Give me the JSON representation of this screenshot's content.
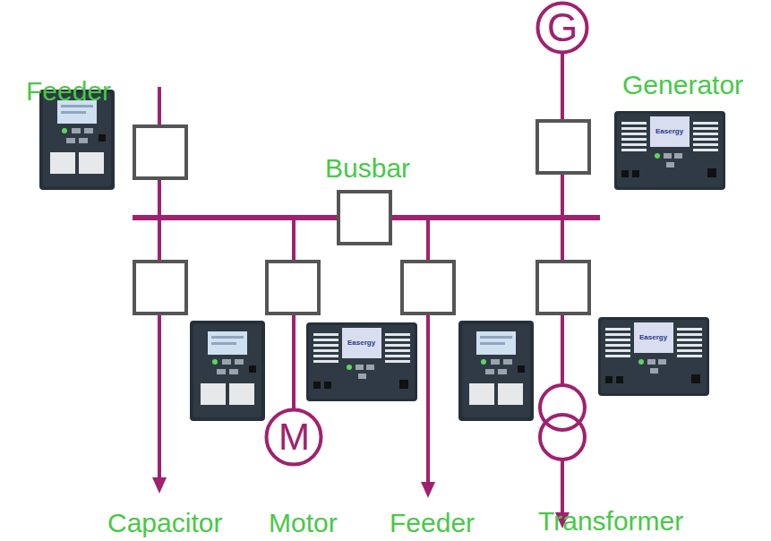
{
  "diagram": {
    "nodes": [
      {
        "text": [
          "G"
        ]
      },
      {
        "text": [
          "M"
        ]
      }
    ],
    "labels": [
      "Feeder",
      "Generator",
      "Busbar",
      "Easergy",
      "Easergy",
      "Easergy",
      "Capacitor",
      "Motor",
      "Feeder",
      "Transformer"
    ]
  }
}
